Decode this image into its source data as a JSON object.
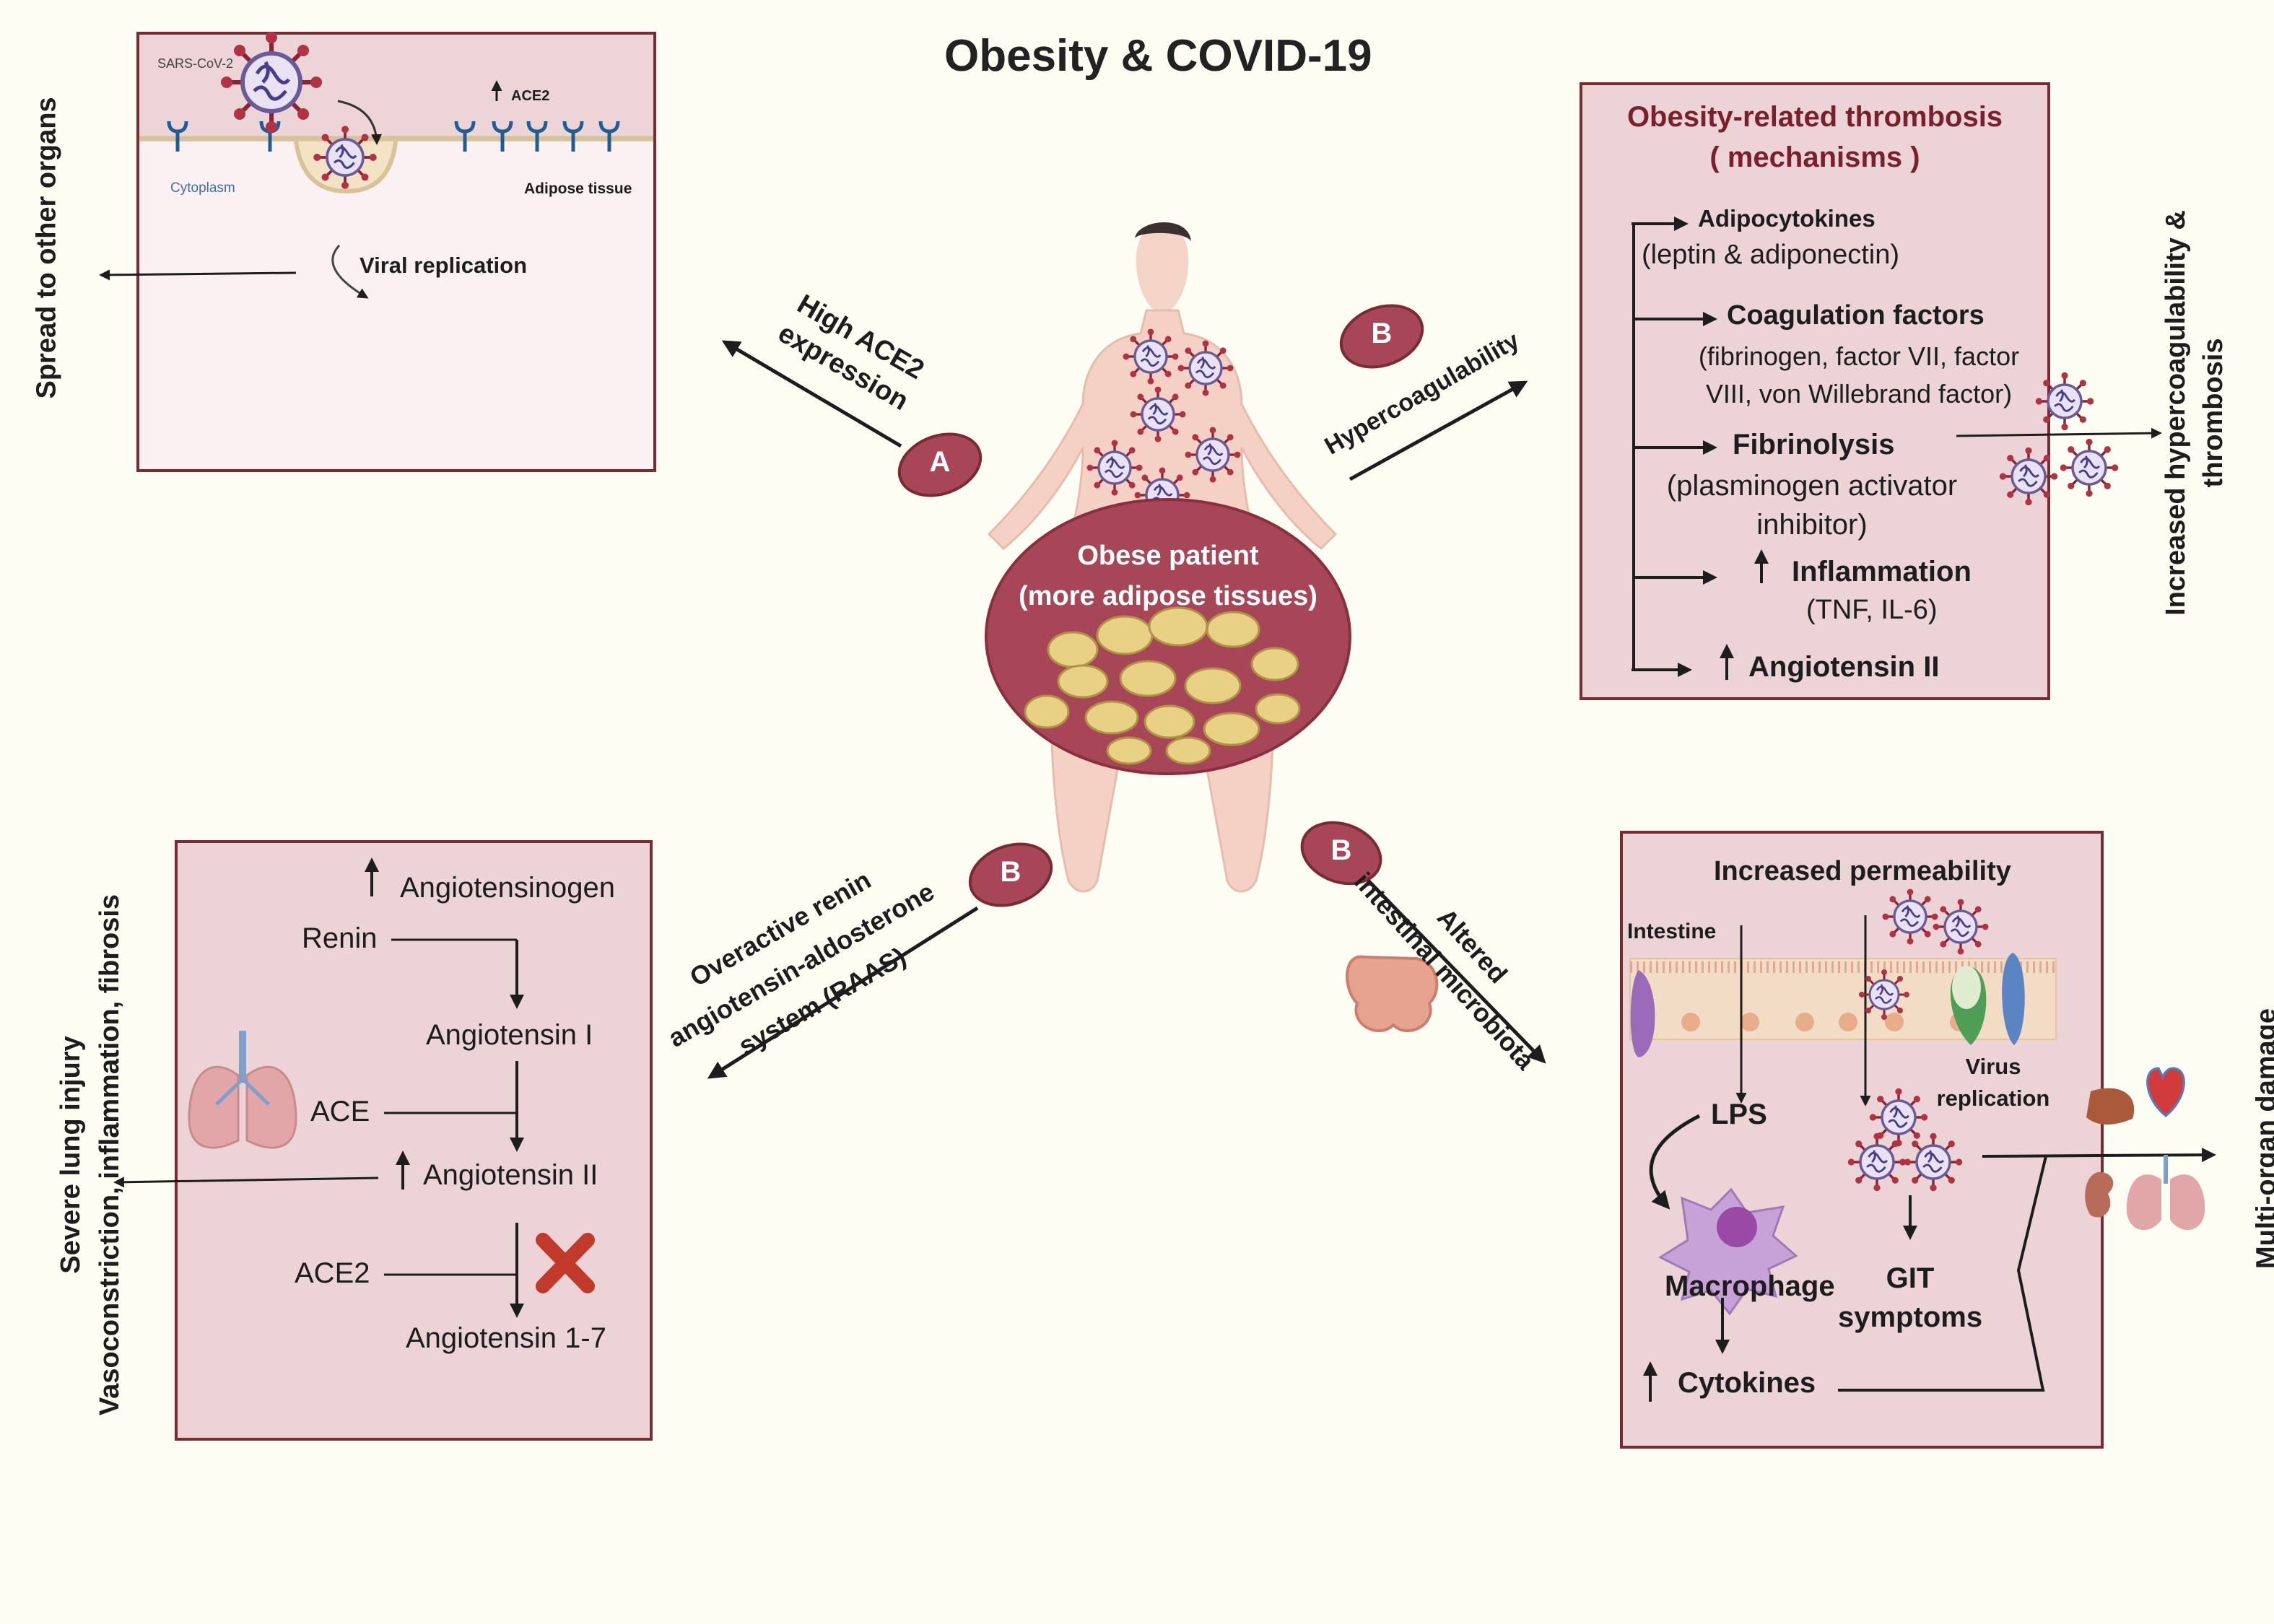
{
  "title": "Obesity & COVID-19",
  "center": {
    "label_line1": "Obese patient",
    "label_line2": "(more adipose tissues)"
  },
  "badges": {
    "a": "A",
    "b": "B"
  },
  "top_left_panel": {
    "virus": "SARS-CoV-2",
    "ace2": "ACE2",
    "cytoplasm": "Cytoplasm",
    "adipose": "Adipose tissue",
    "viral_replication": "Viral  replication",
    "side_label": "Spread to other organs"
  },
  "arrow_labels": {
    "ace2_line1": "High ACE2",
    "ace2_line2": "expression",
    "hypercoag": "Hypercoagulability",
    "raas_line1": "Overactive renin",
    "raas_line2": "angiotensin-aldosterone",
    "raas_line3": "system (RAAS)",
    "micro_line1": "Altered",
    "micro_line2": "intestinal microbiota"
  },
  "thrombosis_panel": {
    "title_line1": "Obesity-related thrombosis",
    "title_line2": "( mechanisms )",
    "item1_title": "Adipocytokines",
    "item1_sub": "(leptin & adiponectin)",
    "item2_title": "Coagulation factors",
    "item2_sub1": "(fibrinogen, factor VII, factor",
    "item2_sub2": "VIII, von Willebrand factor)",
    "item3_title": "Fibrinolysis",
    "item3_sub1": "(plasminogen activator",
    "item3_sub2": "inhibitor)",
    "item4_title": "Inflammation",
    "item4_sub": "(TNF,  IL-6)",
    "item5_title": "Angiotensin II",
    "side_line1": "Increased hypercoagulability &",
    "side_line2": "thrombosis"
  },
  "raas_panel": {
    "angiotensinogen": "Angiotensinogen",
    "renin": "Renin",
    "angiotensin1": "Angiotensin I",
    "ace": "ACE",
    "angiotensin2": "Angiotensin II",
    "ace2": "ACE2",
    "angiotensin17": "Angiotensin 1-7",
    "side_line1": "Severe lung injury",
    "side_line2": "Vasoconstriction, inflammation, fibrosis"
  },
  "gut_panel": {
    "title": "Increased permeability",
    "intestine": "Intestine",
    "virus_replication_line1": "Virus",
    "virus_replication_line2": "replication",
    "lps": "LPS",
    "macrophage": "Macrophage",
    "git_line1": "GIT",
    "git_line2": "symptoms",
    "cytokines": "Cytokines",
    "side_label": "Multi-organ damage"
  },
  "colors": {
    "panel_fill": "#ead2d5",
    "panel_border": "#7a2a33",
    "badge": "#a64657",
    "accent_red": "#7a1f2b",
    "background": "#fdfdf3"
  }
}
